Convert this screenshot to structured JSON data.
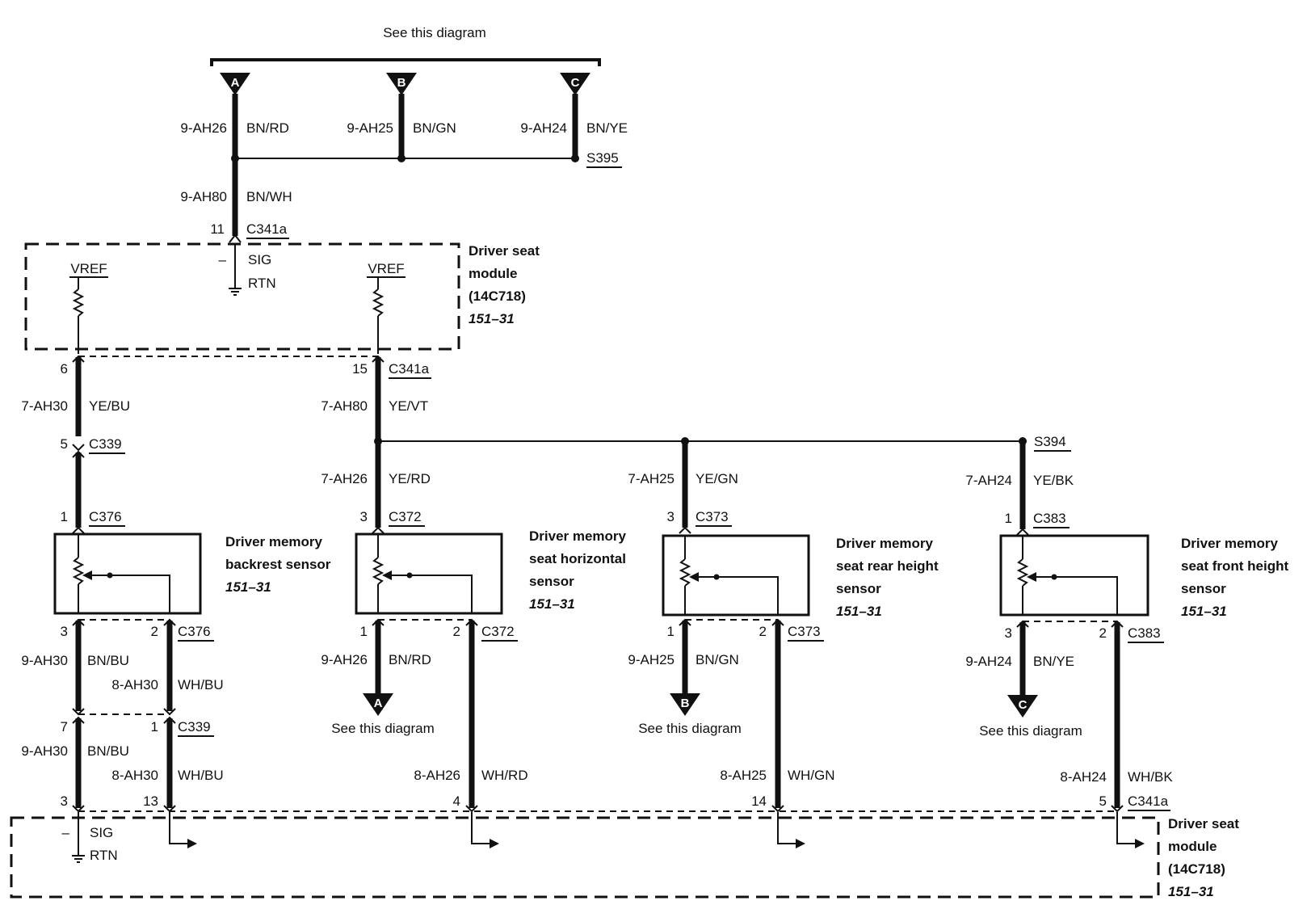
{
  "top": {
    "see_diagram": "See this diagram",
    "connectors": [
      {
        "letter": "A",
        "circuit": "9-AH26",
        "color": "BN/RD"
      },
      {
        "letter": "B",
        "circuit": "9-AH25",
        "color": "BN/GN"
      },
      {
        "letter": "C",
        "circuit": "9-AH24",
        "color": "BN/YE"
      }
    ],
    "splice": "S395",
    "feed_circuit": "9-AH80",
    "feed_color": "BN/WH",
    "feed_pin": "11",
    "feed_conn": "C341a"
  },
  "module_top": {
    "title_1": "Driver seat",
    "title_2": "module",
    "part": "(14C718)",
    "ref": "151–31",
    "vref_left": "VREF",
    "vref_mid": "VREF",
    "sig_minus": "–",
    "sig": "SIG",
    "rtn": "RTN"
  },
  "vref_bus": {
    "left_pin": "6",
    "mid_pin": "15",
    "mid_conn": "C341a",
    "left_circuit": "7-AH30",
    "left_color": "YE/BU",
    "mid_circuit": "7-AH80",
    "mid_color": "YE/VT",
    "c339_pin": "5",
    "c339": "C339",
    "splice": "S394"
  },
  "sensors": [
    {
      "in_circuit": "",
      "in_color": "",
      "in_pin": "1",
      "in_conn": "C376",
      "name_1": "Driver memory",
      "name_2": "backrest sensor",
      "name_3": "",
      "ref": "151–31",
      "pin_a": "3",
      "pin_b": "2",
      "out_conn": "C376",
      "a_circuit": "9-AH30",
      "a_color": "BN/BU",
      "b_circuit": "8-AH30",
      "b_color": "WH/BU"
    },
    {
      "in_circuit": "7-AH26",
      "in_color": "YE/RD",
      "in_pin": "3",
      "in_conn": "C372",
      "name_1": "Driver memory",
      "name_2": "seat horizontal",
      "name_3": "sensor",
      "ref": "151–31",
      "pin_a": "1",
      "pin_b": "2",
      "out_conn": "C372",
      "a_circuit": "9-AH26",
      "a_color": "BN/RD",
      "b_circuit": "8-AH26",
      "b_color": "WH/RD",
      "to_letter": "A",
      "see": "See this diagram",
      "mod_pin": "4"
    },
    {
      "in_circuit": "7-AH25",
      "in_color": "YE/GN",
      "in_pin": "3",
      "in_conn": "C373",
      "name_1": "Driver memory",
      "name_2": "seat rear height",
      "name_3": "sensor",
      "ref": "151–31",
      "pin_a": "1",
      "pin_b": "2",
      "out_conn": "C373",
      "a_circuit": "9-AH25",
      "a_color": "BN/GN",
      "b_circuit": "8-AH25",
      "b_color": "WH/GN",
      "to_letter": "B",
      "see": "See this diagram",
      "mod_pin": "14"
    },
    {
      "in_circuit": "7-AH24",
      "in_color": "YE/BK",
      "in_pin": "1",
      "in_conn": "C383",
      "name_1": "Driver memory",
      "name_2": "seat front height",
      "name_3": "sensor",
      "ref": "151–31",
      "pin_a": "3",
      "pin_b": "2",
      "out_conn": "C383",
      "a_circuit": "9-AH24",
      "a_color": "BN/YE",
      "b_circuit": "8-AH24",
      "b_color": "WH/BK",
      "to_letter": "C",
      "see": "See this diagram",
      "mod_pin": "5",
      "mod_conn": "C341a"
    }
  ],
  "backrest_lower": {
    "c339_pin_a": "7",
    "c339_pin_b": "1",
    "c339": "C339",
    "a_circuit": "9-AH30",
    "a_color": "BN/BU",
    "b_circuit": "8-AH30",
    "b_color": "WH/BU",
    "mod_pin_a": "3",
    "mod_pin_b": "13"
  },
  "module_bottom": {
    "title_1": "Driver seat",
    "title_2": "module",
    "part": "(14C718)",
    "ref": "151–31",
    "sig_minus": "–",
    "sig": "SIG",
    "rtn": "RTN"
  }
}
